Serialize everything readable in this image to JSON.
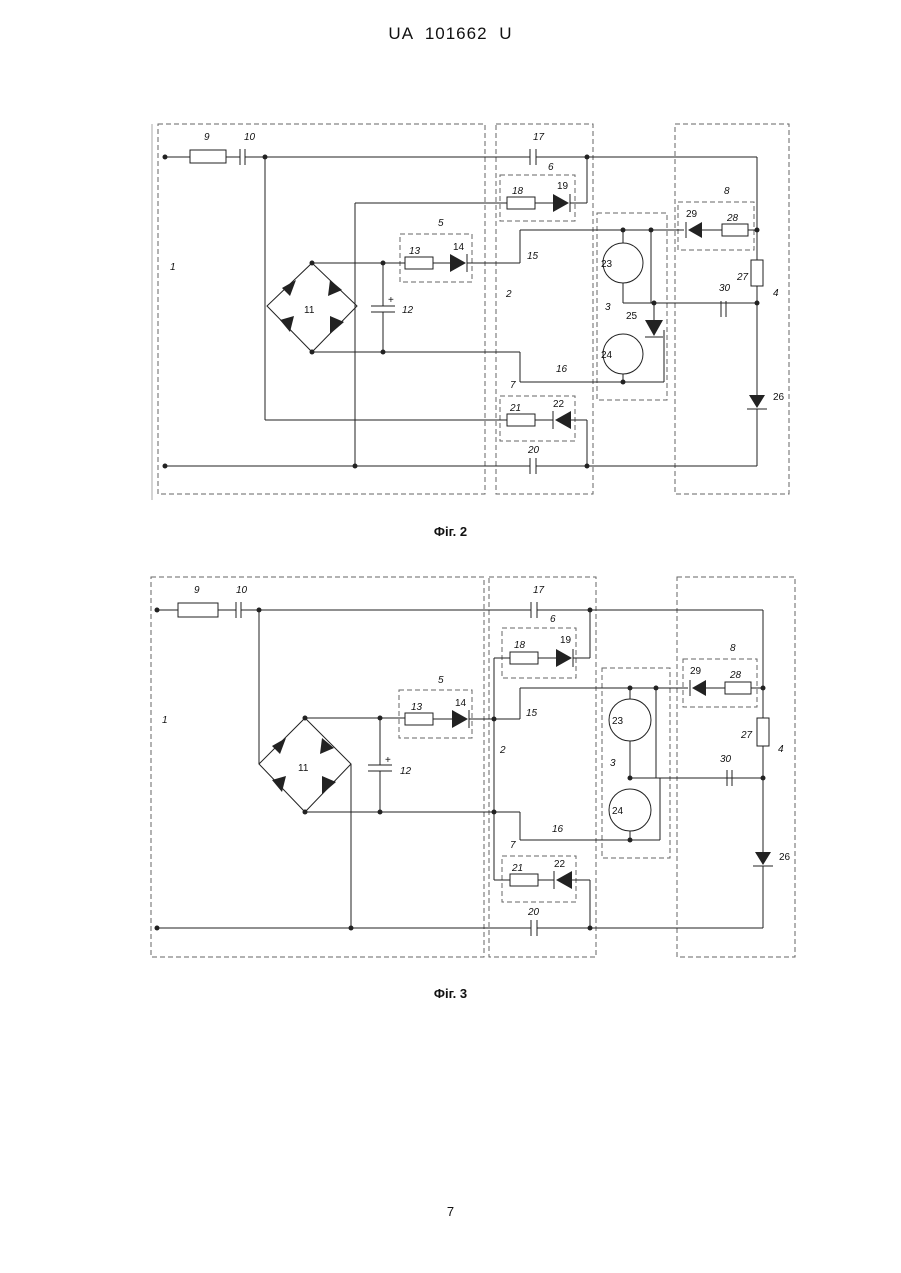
{
  "header": {
    "patent": "UA   101662   U"
  },
  "figures": [
    {
      "caption": "Фіг. 2",
      "labels": {
        "l1": "1",
        "l2": "2",
        "l3": "3",
        "l4": "4",
        "l5": "5",
        "l6": "6",
        "l7": "7",
        "l8": "8",
        "l9": "9",
        "l10": "10",
        "l11": "11",
        "l12": "12",
        "l13": "13",
        "l14": "14",
        "l15": "15",
        "l16": "16",
        "l17": "17",
        "l18": "18",
        "l19": "19",
        "l20": "20",
        "l21": "21",
        "l22": "22",
        "l23": "23",
        "l24": "24",
        "l25": "25",
        "l26": "26",
        "l27": "27",
        "l28": "28",
        "l29": "29",
        "l30": "30",
        "plus": "+"
      }
    },
    {
      "caption": "Фіг. 3",
      "labels": {
        "l1": "1",
        "l2": "2",
        "l3": "3",
        "l4": "4",
        "l5": "5",
        "l6": "6",
        "l7": "7",
        "l8": "8",
        "l9": "9",
        "l10": "10",
        "l11": "11",
        "l12": "12",
        "l13": "13",
        "l14": "14",
        "l15": "15",
        "l16": "16",
        "l17": "17",
        "l18": "18",
        "l19": "19",
        "l20": "20",
        "l21": "21",
        "l22": "22",
        "l23": "23",
        "l24": "24",
        "l26": "26",
        "l27": "27",
        "l28": "28",
        "l29": "29",
        "l30": "30",
        "plus": "+"
      }
    }
  ],
  "page_number": "7"
}
